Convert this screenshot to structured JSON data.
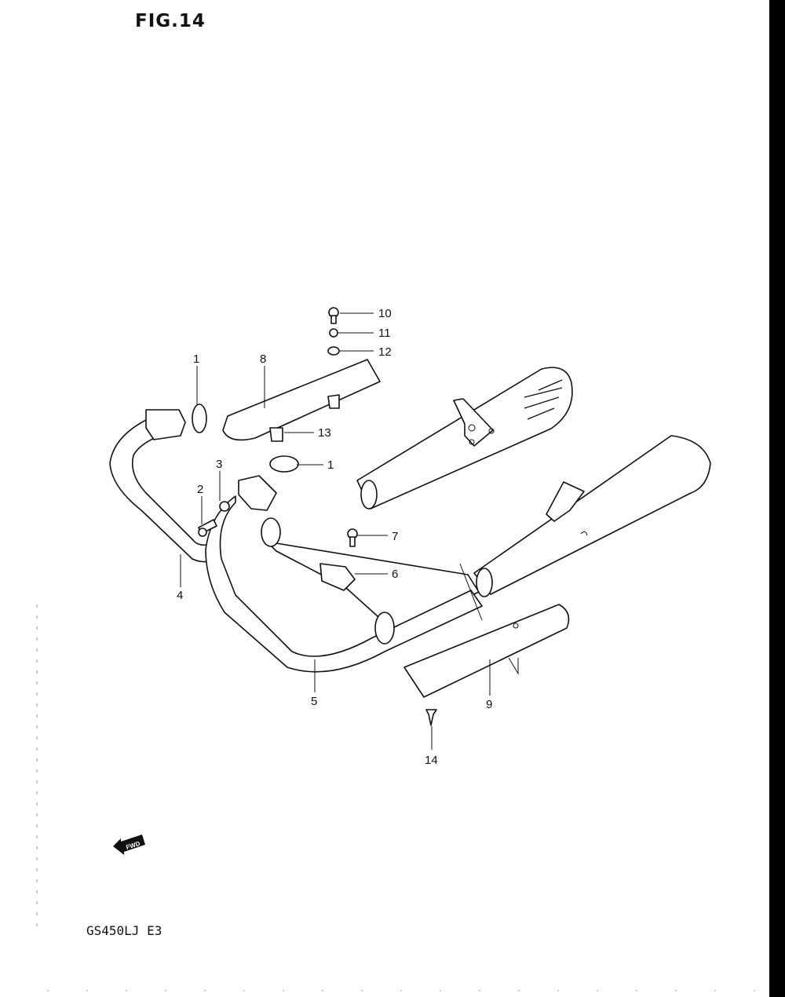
{
  "figure": {
    "title": "FIG.14"
  },
  "model": {
    "code": "GS450LJ E3"
  },
  "fwd_badge": "FWD",
  "callouts": [
    {
      "number": "1",
      "part": "gasket"
    },
    {
      "number": "8",
      "part": "muffler-cover"
    },
    {
      "number": "10",
      "part": "bolt"
    },
    {
      "number": "11",
      "part": "washer"
    },
    {
      "number": "12",
      "part": "cushion"
    },
    {
      "number": "13",
      "part": "cover-clamp"
    },
    {
      "number": "1",
      "part": "gasket"
    },
    {
      "number": "3",
      "part": "washer"
    },
    {
      "number": "2",
      "part": "bolt"
    },
    {
      "number": "4",
      "part": "exhaust-pipe-left"
    },
    {
      "number": "7",
      "part": "bolt"
    },
    {
      "number": "6",
      "part": "clamp"
    },
    {
      "number": "5",
      "part": "exhaust-pipe-right"
    },
    {
      "number": "9",
      "part": "pipe-cover"
    },
    {
      "number": "14",
      "part": "screw"
    }
  ],
  "colors": {
    "ink": "#111111",
    "paper": "#ffffff"
  }
}
